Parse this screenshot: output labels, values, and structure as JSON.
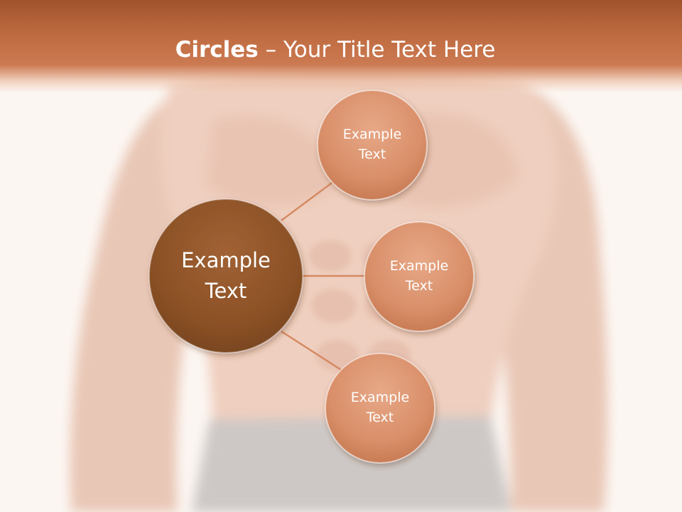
{
  "title": {
    "bold": "Circles",
    "dash": " – ",
    "rest": "Your Title Text Here"
  },
  "diagram": {
    "hub": {
      "label": "Example\nText"
    },
    "satellites": [
      {
        "label": "Example\nText"
      },
      {
        "label": "Example\nText"
      },
      {
        "label": "Example\nText"
      }
    ]
  },
  "colors": {
    "header": "#c06c42",
    "hub_fill": "#8e5427",
    "satellite_fill": "#d9906a",
    "connector": "#d58a63",
    "text": "#ffffff"
  },
  "icons": {
    "background": "torso-photo"
  }
}
